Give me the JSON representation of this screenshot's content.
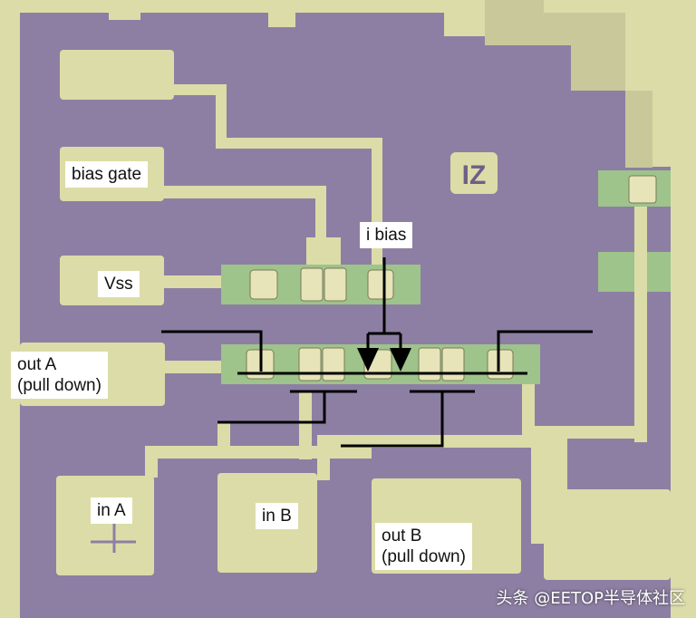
{
  "labels": {
    "bias_gate": "bias gate",
    "vss": "Vss",
    "i_bias": "i bias",
    "out_a": "out A\n(pull down)",
    "in_a": "in A",
    "in_b": "in B",
    "out_b": "out B\n(pull down)",
    "die_mark": "IZ"
  },
  "watermark": "头条 @EETOP半导体社区",
  "colors": {
    "substrate": "#8d7fa3",
    "metal": "#dcdca8",
    "diffusion": "#9ec38b",
    "overlay_lines": "#000000"
  }
}
